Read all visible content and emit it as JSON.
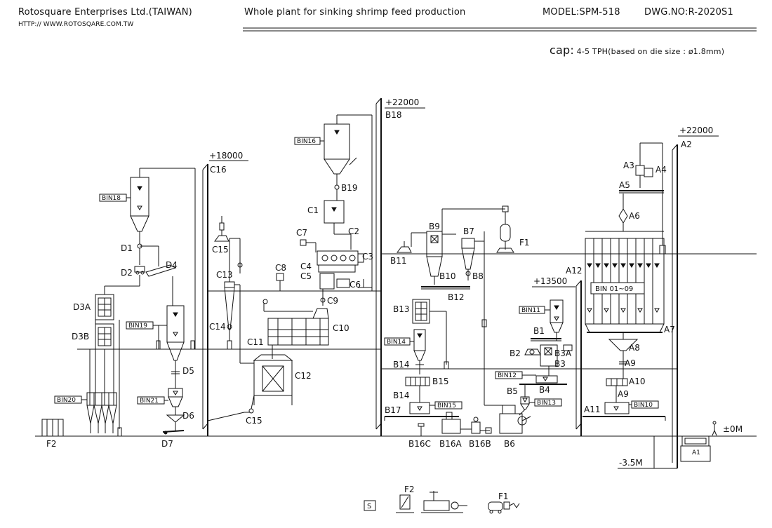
{
  "header": {
    "company": "Rotosquare Enterprises Ltd.(TAIWAN)",
    "website": "HTTP:// WWW.ROTOSQARE.COM.TW",
    "title": "Whole plant for sinking shrimp feed production",
    "model": "MODEL:SPM-518",
    "drawing_no": "DWG.NO:R-2020S1",
    "capacity_prefix": "cap:",
    "capacity": "4-5 TPH(based on die size : ø1.8mm)"
  },
  "levels": {
    "building_b_top": "+22000",
    "building_a_top": "+22000",
    "building_c_top": "+18000",
    "mid_level": "+13500",
    "ground": "±0M",
    "pit": "-3.5M"
  },
  "units": {
    "A1": "A1",
    "A2": "A2",
    "A3": "A3",
    "A4": "A4",
    "A5": "A5",
    "A6": "A6",
    "A7": "A7",
    "A8": "A8",
    "A9": "A9",
    "A10": "A10",
    "A11": "A11",
    "A12": "A12",
    "B1": "B1",
    "B2": "B2",
    "B3": "B3",
    "B3A": "B3A",
    "B4": "B4",
    "B5": "B5",
    "B6": "B6",
    "B7": "B7",
    "B8": "B8",
    "B9": "B9",
    "B10": "B10",
    "B11": "B11",
    "B12": "B12",
    "B13": "B13",
    "B14": "B14",
    "B15": "B15",
    "B16A": "B16A",
    "B16B": "B16B",
    "B16C": "B16C",
    "B17": "B17",
    "B18": "B18",
    "B19": "B19",
    "C1": "C1",
    "C2": "C2",
    "C3": "C3",
    "C4": "C4",
    "C5": "C5",
    "C6": "C6",
    "C7": "C7",
    "C8": "C8",
    "C9": "C9",
    "C10": "C10",
    "C11": "C11",
    "C12": "C12",
    "C13": "C13",
    "C14": "C14",
    "C15": "C15",
    "C16": "C16",
    "D1": "D1",
    "D2": "D2",
    "D3A": "D3A",
    "D3B": "D3B",
    "D4": "D4",
    "D5": "D5",
    "D6": "D6",
    "D7": "D7",
    "F1": "F1",
    "F2": "F2"
  },
  "bins": {
    "bin10": "BIN10",
    "bin11": "BIN11",
    "bin12": "BIN12",
    "bin13": "BIN13",
    "bin14": "BIN14",
    "bin15": "BIN15",
    "bin16": "BIN16",
    "bin18": "BIN18",
    "bin19": "BIN19",
    "bin20": "BIN20",
    "bin21": "BIN21",
    "bin01_09": "BIN 01~09"
  },
  "legend": {
    "s_symbol": "S",
    "f2_label": "F2",
    "f1_label": "F1"
  }
}
